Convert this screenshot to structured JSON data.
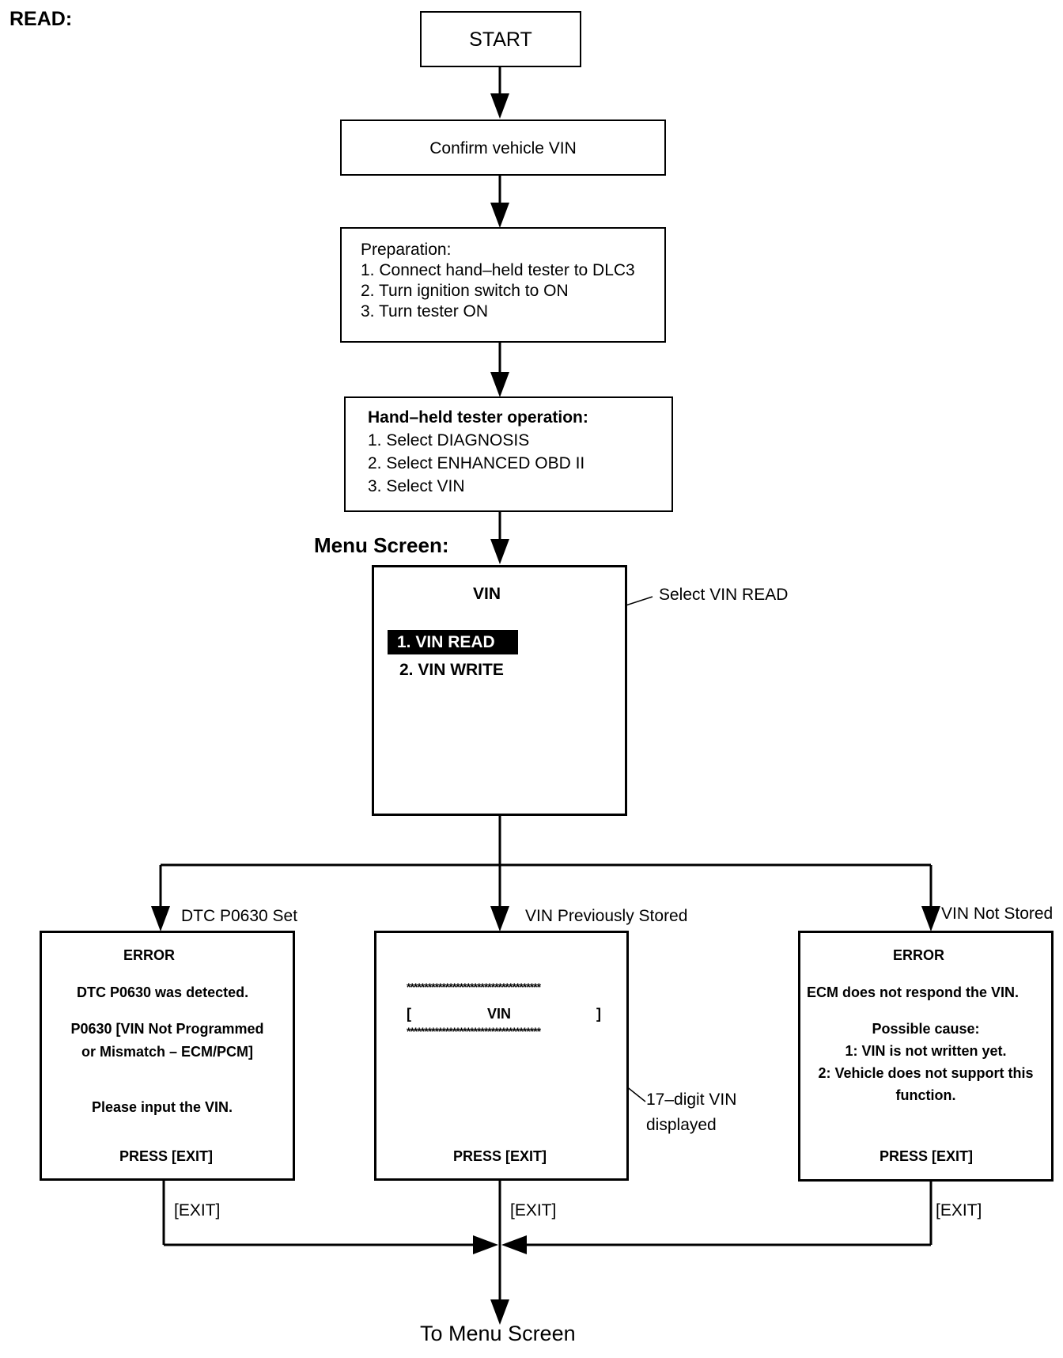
{
  "heading": "READ:",
  "start": "START",
  "confirm": "Confirm vehicle VIN",
  "preparation": {
    "lines": [
      "Preparation:",
      "1. Connect hand–held tester to DLC3",
      "2. Turn ignition switch to ON",
      "3. Turn tester ON"
    ]
  },
  "tester_operation": {
    "title": "Hand–held tester operation:",
    "lines": [
      "1. Select DIAGNOSIS",
      "2. Select ENHANCED OBD II",
      "3. Select VIN"
    ]
  },
  "menu_screen": {
    "label": "Menu Screen:",
    "title": "VIN",
    "item_read": "1. VIN READ",
    "item_write": "2. VIN WRITE",
    "callout": "Select VIN READ"
  },
  "branches": {
    "left_label": "DTC P0630 Set",
    "middle_label": "VIN Previously Stored",
    "right_label": "VIN Not Stored"
  },
  "left_screen": {
    "title": "ERROR",
    "line1": "DTC P0630 was detected.",
    "line2": "P0630  [VIN Not Programmed",
    "line3": "or Mismatch – ECM/PCM]",
    "line4": "Please input the VIN.",
    "press": "PRESS [EXIT]"
  },
  "middle_screen": {
    "stars_top": "**************************************",
    "bracket_open": "[",
    "vin": "VIN",
    "bracket_close": "]",
    "stars_bottom": "**************************************",
    "press": "PRESS [EXIT]",
    "callout_line1": "17–digit VIN",
    "callout_line2": "displayed"
  },
  "right_screen": {
    "title": "ERROR",
    "line1": "ECM does not respond the VIN.",
    "line2": "Possible cause:",
    "line3": "1: VIN is not written yet.",
    "line4": "2: Vehicle does not support this",
    "line5": "function.",
    "press": "PRESS [EXIT]"
  },
  "exit_labels": {
    "left": "[EXIT]",
    "middle": "[EXIT]",
    "right": "[EXIT]"
  },
  "end": "To Menu Screen"
}
